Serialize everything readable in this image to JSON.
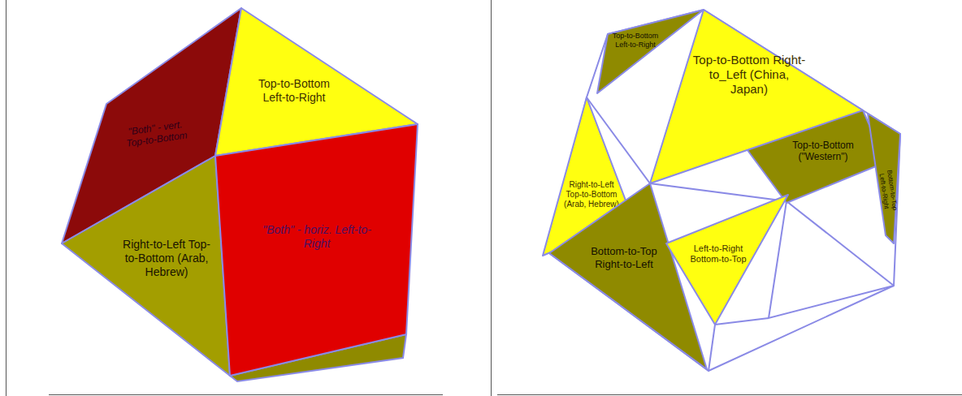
{
  "diagram": {
    "nodes": [
      {
        "text": [
          "\"Both\" - vert. Top-to-Bottom"
        ]
      },
      {
        "text": [
          "Top-to-Bottom Left-to-Right"
        ]
      },
      {
        "text": [
          "Right-to-Left Top-to-Bottom (Arab, Hebrew)"
        ]
      },
      {
        "text": [
          "\"Both\" - horiz. Left-to-Right"
        ]
      },
      {
        "text": [
          "Top-to-Bottom Left-to-Right"
        ]
      },
      {
        "text": [
          "Top-to-Bottom Right-to_Left (China, Japan)"
        ]
      },
      {
        "text": [
          "Top-to-Bottom (\"Western\")"
        ]
      },
      {
        "text": [
          "Bottom-to-Top Left-to-Right"
        ]
      },
      {
        "text": [
          "Right-to-Left Top-to-Bottom (Arab, Hebrew)"
        ]
      },
      {
        "text": [
          "Bottom-to-Top Right-to-Left"
        ]
      },
      {
        "text": [
          "Left-to-Right Bottom-to-Top"
        ]
      }
    ]
  }
}
